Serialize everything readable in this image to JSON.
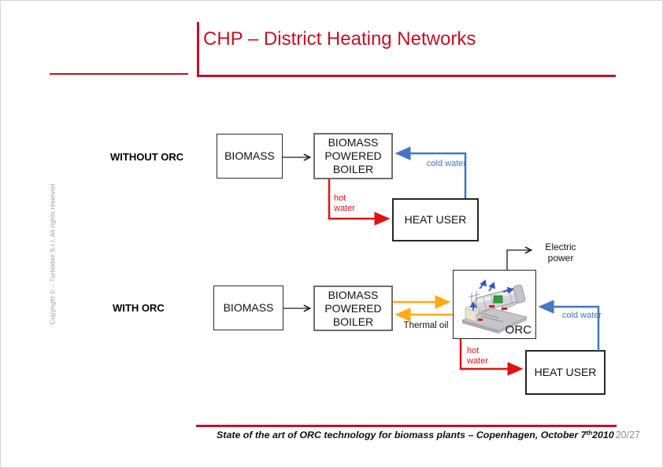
{
  "slide": {
    "title": "CHP – District Heating Networks",
    "copyright": "Copyright ©  – Turboden S.r.l. All rights reserved",
    "footer": {
      "text_main": "State of the art of ORC technology for biomass plants – Copenhagen, October 7",
      "superscript": "th",
      "text_year": " 2010",
      "page": "20/27"
    }
  },
  "diagram": {
    "without_orc": {
      "section_label": "WITHOUT ORC",
      "biomass_box": "BIOMASS",
      "boiler_box": "BIOMASS POWERED BOILER",
      "heat_user_box": "HEAT USER",
      "cold_water_label": "cold water",
      "hot_water_label": "hot water"
    },
    "with_orc": {
      "section_label": "WITH ORC",
      "biomass_box": "BIOMASS",
      "boiler_box": "BIOMASS POWERED BOILER",
      "orc_box_label": "ORC",
      "thermal_oil_label": "Thermal oil",
      "electric_power_label": "Electric power",
      "heat_user_box": "HEAT USER",
      "cold_water_label": "cold water",
      "hot_water_label": "hot water"
    },
    "colors": {
      "accent_red": "#C01225",
      "arrow_red": "#E01212",
      "arrow_blue": "#4575C4",
      "arrow_orange": "#FFAA14",
      "arrow_black": "#1a1a1a"
    }
  }
}
